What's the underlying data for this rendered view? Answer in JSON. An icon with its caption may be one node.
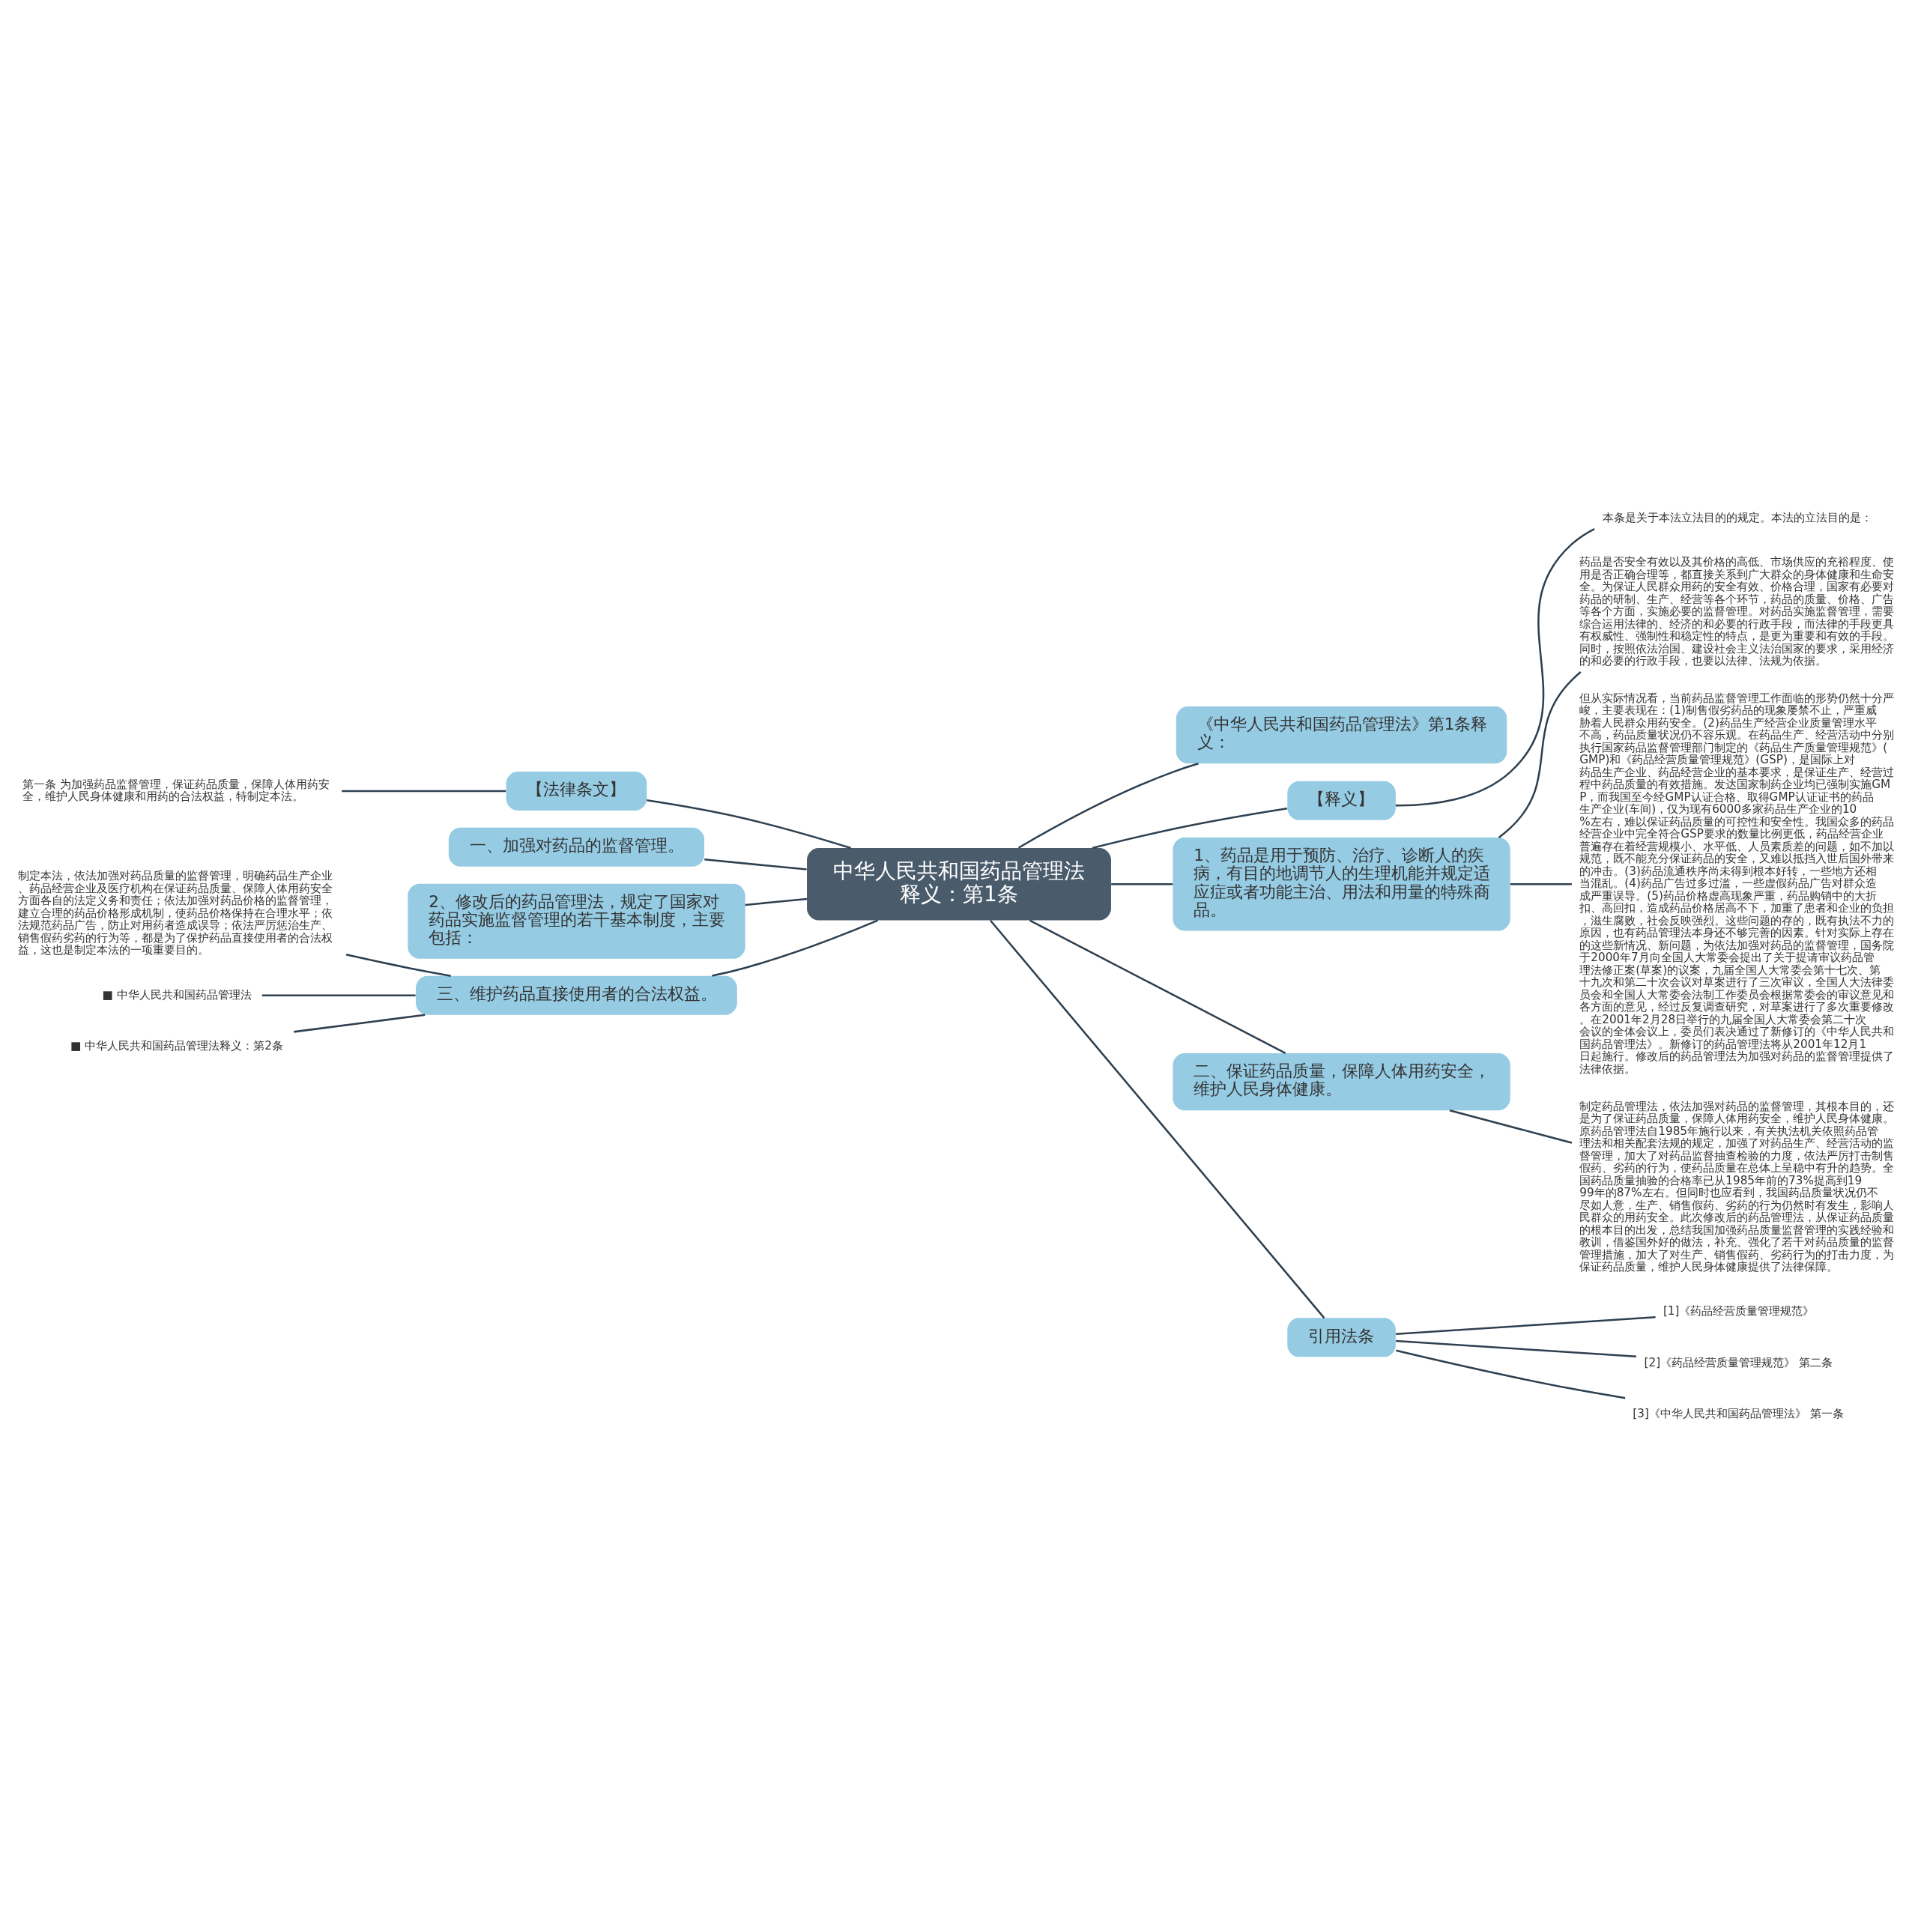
{
  "diagram": {
    "nodes": [
      {
        "text": [
          "中华人民共和国药品管理法释义：第1条"
        ]
      },
      {
        "text": [
          "《中华人民共和国药品管理法》第1条释义："
        ]
      },
      {
        "text": [
          "【释义】"
        ]
      },
      {
        "text": [
          "本条是关于本法立法目的的规定。本法的立法目的是："
        ]
      },
      {
        "text": [
          "1、药品是用于预防、治疗、诊断人的疾病，有目的地调节人的生理机能并规定适应症或者功能主治、用法和用量的特殊商品。"
        ]
      },
      {
        "text": [
          "药品是否安全有效以及其价格的高低、市场供应的充裕程度、使用是否正确合理等，都直接关系到广大群众的身体健康和生命安全。为保证人民群众用药的安全有效、价格合理，国家有必要对药品的研制、生产、经营等各个环节，药品的质量、价格、广告等各个方面，实施必要的监督管理。对药品实施监督管理，需要综合运用法律的、经济的和必要的行政手段，而法律的手段更具有权威性、强制性和稳定性的特点，是更为重要和有效的手段。同时，按照依法治国、建设社会主义法治国家的要求，采用经济的和必要的行政手段，也要以法律、法规为依据。"
        ]
      },
      {
        "text": [
          "但从实际情况看，当前药品监督管理工作面临的形势仍然十分严峻，主要表现在：(1)制售假劣药品的现象屡禁不止，严重威胁着人民群众用药安全。(2)药品生产经营企业质量管理水平不高，药品质量状况仍不容乐观。在药品生产、经营活动中分别执行国家药品监督管理部门制定的《药品生产质量管理规范》(GMP)和《药品经营质量管理规范》(GSP)，是国际上对药品生产企业、药品经营企业的基本要求，是保证生产、经营过程中药品质量的有效措施。发达国家制药企业均已强制实施GMP，而我国至今经GMP认证合格、取得GMP认证证书的药品生产企业(车间)，仅为现有6000多家药品生产企业的10%左右，难以保证药品质量的可控性和安全性。我国众多的药品经营企业中完全符合GSP要求的数量比例更低，药品经营企业普遍存在着经营规模小、水平低、人员素质差的问题，如不加以规范，既不能充分保证药品的安全，又难以抵挡入世后国外带来的冲击。(3)药品流通秩序尚未得到根本好转，一些地方还相当混乱。(4)药品广告过多过滥，一些虚假药品广告对群众造成严重误导。(5)药品价格虚高现象严重，药品购销中的大折扣、高回扣，造成药品价格居高不下，加重了患者和企业的负担，滋生腐败，社会反映强烈。这些问题的存的，既有执法不力的原因，也有药品管理法本身还不够完善的因素。针对实际上存在的这些新情况、新问题，为依法加强对药品的监督管理，国务院于2000年7月向全国人大常委会提出了关于提请审议药品管理法修正案(草案)的议案，九届全国人大常委会第十七次、第十九次和第二十次会议对草案进行了三次审议，全国人大法律委员会和全国人大常委会法制工作委员会根据常委会的审议意见和各方面的意见，经过反复调查研究，对草案进行了多次重要修改。在2001年2月28日举行的九届全国人大常委会第二十次会议的全体会议上，委员们表决通过了新修订的《中华人民共和国药品管理法》。新修订的药品管理法将从2001年12月1日起施行。修改后的药品管理法为加强对药品的监督管理提供了法律依据。"
        ]
      },
      {
        "text": [
          "二、保证药品质量，保障人体用药安全，维护人民身体健康。"
        ]
      },
      {
        "text": [
          "制定药品管理法，依法加强对药品的监督管理，其根本目的，还是为了保证药品质量，保障人体用药安全，维护人民身体健康。原药品管理法自1985年施行以来，有关执法机关依照药品管理法和相关配套法规的规定，加强了对药品生产、经营活动的监督管理，加大了对药品监督抽查检验的力度，依法严厉打击制售假药、劣药的行为，使药品质量在总体上呈稳中有升的趋势。全国药品质量抽验的合格率已从1985年前的73%提高到1999年的87%左右。但同时也应看到，我国药品质量状况仍不尽如人意，生产、销售假药、劣药的行为仍然时有发生，影响人民群众的用药安全。此次修改后的药品管理法，从保证药品质量的根本目的出发，总结我国加强药品质量监督管理的实践经验和教训，借鉴国外好的做法，补充、强化了若干对药品质量的监督管理措施，加大了对生产、销售假药、劣药行为的打击力度，为保证药品质量，维护人民身体健康提供了法律保障。"
        ]
      },
      {
        "text": [
          "引用法条"
        ]
      },
      {
        "text": [
          "[1]《药品经营质量管理规范》"
        ]
      },
      {
        "text": [
          "[2]《药品经营质量管理规范》 第二条"
        ]
      },
      {
        "text": [
          "[3]《中华人民共和国药品管理法》 第一条"
        ]
      },
      {
        "text": [
          "【法律条文】"
        ]
      },
      {
        "text": [
          "第一条 为加强药品监督管理，保证药品质量，保障人体用药安全，维护人民身体健康和用药的合法权益，特制定本法。"
        ]
      },
      {
        "text": [
          "一、加强对药品的监督管理。"
        ]
      },
      {
        "text": [
          "2、修改后的药品管理法，规定了国家对药品实施监督管理的若干基本制度，主要包括："
        ]
      },
      {
        "text": [
          "三、维护药品直接使用者的合法权益。"
        ]
      },
      {
        "text": [
          "制定本法，依法加强对药品质量的监督管理，明确药品生产企业、药品经营企业及医疗机构在保证药品质量、保障人体用药安全方面各自的法定义务和责任；依法加强对药品价格的监督管理，建立合理的药品价格形成机制，使药品价格保持在合理水平；依法规范药品广告，防止对用药者造成误导；依法严厉惩治生产、销售假药劣药的行为等，都是为了保护药品直接使用者的合法权益，这也是制定本法的一项重要目的。"
        ]
      },
      {
        "text": [
          "■ 中华人民共和国药品管理法"
        ]
      },
      {
        "text": [
          "■ 中华人民共和国药品管理法释义：第2条"
        ]
      }
    ],
    "edges": [
      {
        "from": 0,
        "to": 1,
        "arrow": "none"
      },
      {
        "from": 0,
        "to": 2,
        "arrow": "none"
      },
      {
        "from": 2,
        "to": 3,
        "arrow": "none"
      },
      {
        "from": 0,
        "to": 4,
        "arrow": "none"
      },
      {
        "from": 4,
        "to": 5,
        "arrow": "none"
      },
      {
        "from": 4,
        "to": 6,
        "arrow": "none"
      },
      {
        "from": 0,
        "to": 7,
        "arrow": "none"
      },
      {
        "from": 7,
        "to": 8,
        "arrow": "none"
      },
      {
        "from": 0,
        "to": 9,
        "arrow": "none"
      },
      {
        "from": 9,
        "to": 10,
        "arrow": "none"
      },
      {
        "from": 9,
        "to": 11,
        "arrow": "none"
      },
      {
        "from": 9,
        "to": 12,
        "arrow": "none"
      },
      {
        "from": 0,
        "to": 13,
        "arrow": "none"
      },
      {
        "from": 13,
        "to": 14,
        "arrow": "none"
      },
      {
        "from": 0,
        "to": 15,
        "arrow": "none"
      },
      {
        "from": 0,
        "to": 16,
        "arrow": "none"
      },
      {
        "from": 0,
        "to": 17,
        "arrow": "none"
      },
      {
        "from": 17,
        "to": 18,
        "arrow": "none"
      },
      {
        "from": 17,
        "to": 19,
        "arrow": "none"
      },
      {
        "from": 17,
        "to": 20,
        "arrow": "none"
      }
    ]
  }
}
